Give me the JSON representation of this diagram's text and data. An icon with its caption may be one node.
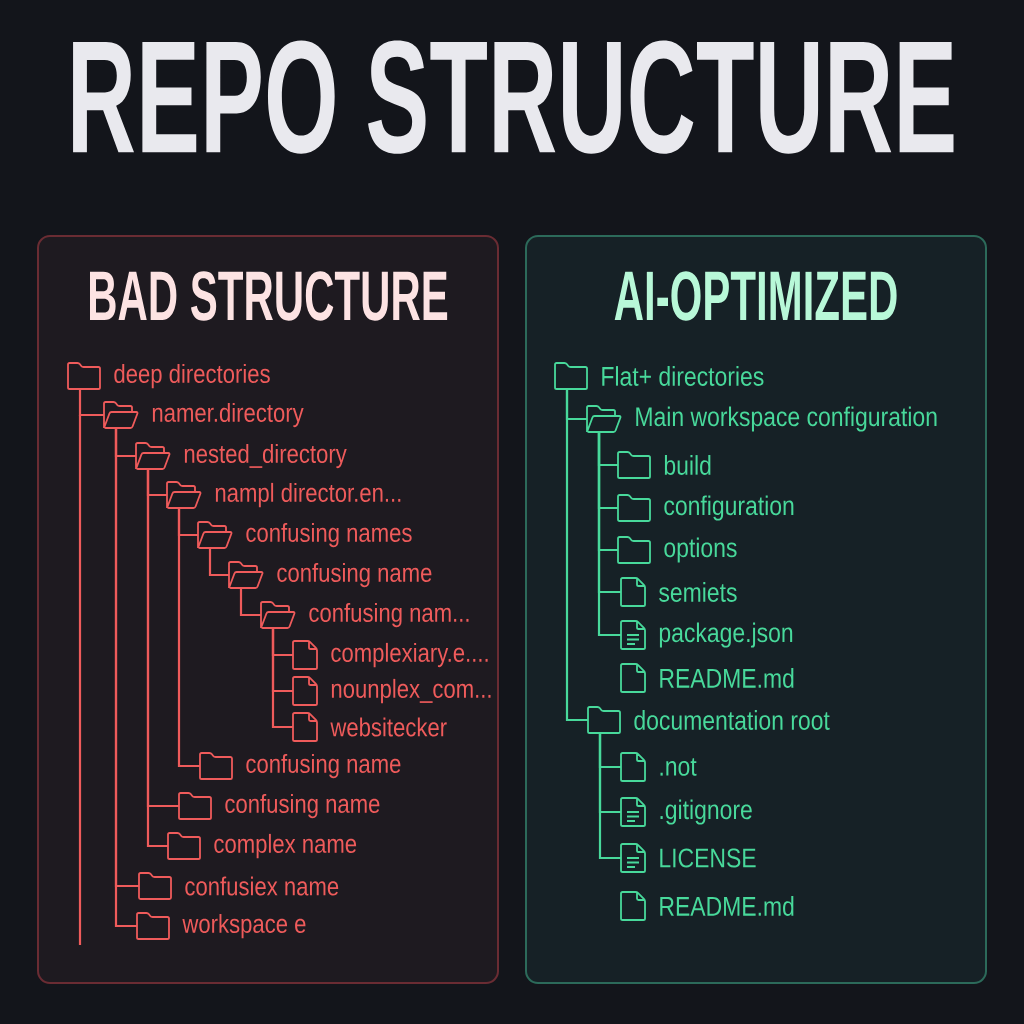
{
  "diagram": {
    "title": "REPO STRUCTURE",
    "nodes": [
      {
        "text": [
          "BAD STRUCTURE"
        ]
      },
      {
        "text": [
          "AI-OPTIMIZED"
        ]
      },
      {
        "text": [
          "deep directories"
        ],
        "in": 0
      },
      {
        "text": [
          "namer.directory"
        ],
        "in": 0
      },
      {
        "text": [
          "nested_directory"
        ],
        "in": 0
      },
      {
        "text": [
          "nampl director.en..."
        ],
        "in": 0
      },
      {
        "text": [
          "confusing names"
        ],
        "in": 0
      },
      {
        "text": [
          "confusing name"
        ],
        "in": 0
      },
      {
        "text": [
          "confusing nam..."
        ],
        "in": 0
      },
      {
        "text": [
          "complexiary.e...."
        ],
        "in": 0
      },
      {
        "text": [
          "nounplex_com..."
        ],
        "in": 0
      },
      {
        "text": [
          "websitecker"
        ],
        "in": 0
      },
      {
        "text": [
          "confusing name"
        ],
        "in": 0
      },
      {
        "text": [
          "confusing name"
        ],
        "in": 0
      },
      {
        "text": [
          "complex name"
        ],
        "in": 0
      },
      {
        "text": [
          "confusiex name"
        ],
        "in": 0
      },
      {
        "text": [
          "workspace e"
        ],
        "in": 0
      },
      {
        "text": [
          "Flat+ directories"
        ],
        "in": 1
      },
      {
        "text": [
          "Main workspace configuration"
        ],
        "in": 1
      },
      {
        "text": [
          "build"
        ],
        "in": 1
      },
      {
        "text": [
          "configuration"
        ],
        "in": 1
      },
      {
        "text": [
          "options"
        ],
        "in": 1
      },
      {
        "text": [
          "semiets"
        ],
        "in": 1
      },
      {
        "text": [
          "package.json"
        ],
        "in": 1
      },
      {
        "text": [
          "README.md"
        ],
        "in": 1
      },
      {
        "text": [
          "documentation root"
        ],
        "in": 1
      },
      {
        "text": [
          ".not"
        ],
        "in": 1
      },
      {
        "text": [
          ".gitignore"
        ],
        "in": 1
      },
      {
        "text": [
          "LICENSE"
        ],
        "in": 1
      },
      {
        "text": [
          "README.md"
        ],
        "in": 1
      }
    ],
    "edges": [
      {
        "from": 2,
        "to": 3,
        "arrow": "none"
      },
      {
        "from": 3,
        "to": 4,
        "arrow": "none"
      },
      {
        "from": 3,
        "to": 15,
        "arrow": "none"
      },
      {
        "from": 3,
        "to": 16,
        "arrow": "none"
      },
      {
        "from": 4,
        "to": 5,
        "arrow": "none"
      },
      {
        "from": 4,
        "to": 13,
        "arrow": "none"
      },
      {
        "from": 4,
        "to": 14,
        "arrow": "none"
      },
      {
        "from": 5,
        "to": 6,
        "arrow": "none"
      },
      {
        "from": 5,
        "to": 12,
        "arrow": "none"
      },
      {
        "from": 6,
        "to": 7,
        "arrow": "none"
      },
      {
        "from": 7,
        "to": 8,
        "arrow": "none"
      },
      {
        "from": 8,
        "to": 9,
        "arrow": "none"
      },
      {
        "from": 8,
        "to": 10,
        "arrow": "none"
      },
      {
        "from": 8,
        "to": 11,
        "arrow": "none"
      },
      {
        "from": 17,
        "to": 18,
        "arrow": "none",
        "color": "#48d99b"
      },
      {
        "from": 17,
        "to": 25,
        "arrow": "none",
        "color": "#48d99b"
      },
      {
        "from": 18,
        "to": 19,
        "arrow": "none",
        "color": "#48d99b"
      },
      {
        "from": 18,
        "to": 20,
        "arrow": "none",
        "color": "#48d99b"
      },
      {
        "from": 18,
        "to": 21,
        "arrow": "none",
        "color": "#48d99b"
      },
      {
        "from": 18,
        "to": 22,
        "arrow": "none",
        "color": "#48d99b"
      },
      {
        "from": 18,
        "to": 23,
        "arrow": "none",
        "color": "#48d99b"
      },
      {
        "from": 25,
        "to": 26,
        "arrow": "none",
        "color": "#48d99b"
      },
      {
        "from": 25,
        "to": 27,
        "arrow": "none",
        "color": "#48d99b"
      },
      {
        "from": 25,
        "to": 28,
        "arrow": "none",
        "color": "#48d99b"
      }
    ]
  }
}
